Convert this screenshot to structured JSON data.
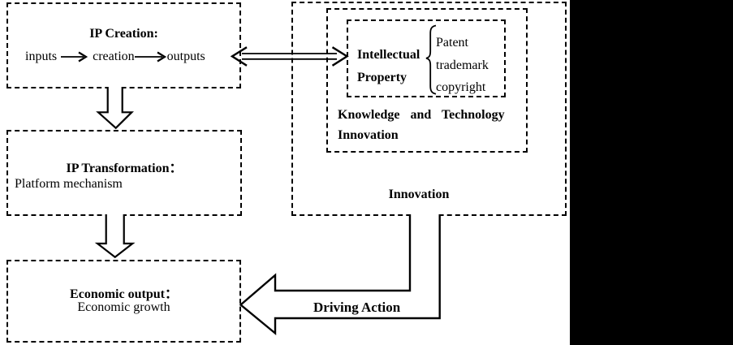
{
  "figure": {
    "ip_creation": {
      "title": "IP Creation:",
      "flow": {
        "input": "inputs",
        "process": "creation",
        "output": "outputs"
      }
    },
    "ip_transformation": {
      "title": "IP Transformation：",
      "body": "Platform mechanism"
    },
    "economic_output": {
      "title": "Economic output：",
      "body": "Economic growth"
    },
    "innovation_label": "Innovation",
    "knowledge_innovation": {
      "line1": "Knowledge and Technology",
      "line2": "Innovation"
    },
    "intellectual_property": {
      "line1": "Intellectual",
      "line2": "Property",
      "items": [
        "Patent",
        "trademark",
        "copyright"
      ]
    },
    "driving_action_label": "Driving Action"
  },
  "colors": {
    "background": "#ffffff",
    "ink": "#000000",
    "side_panel": "#000000"
  }
}
